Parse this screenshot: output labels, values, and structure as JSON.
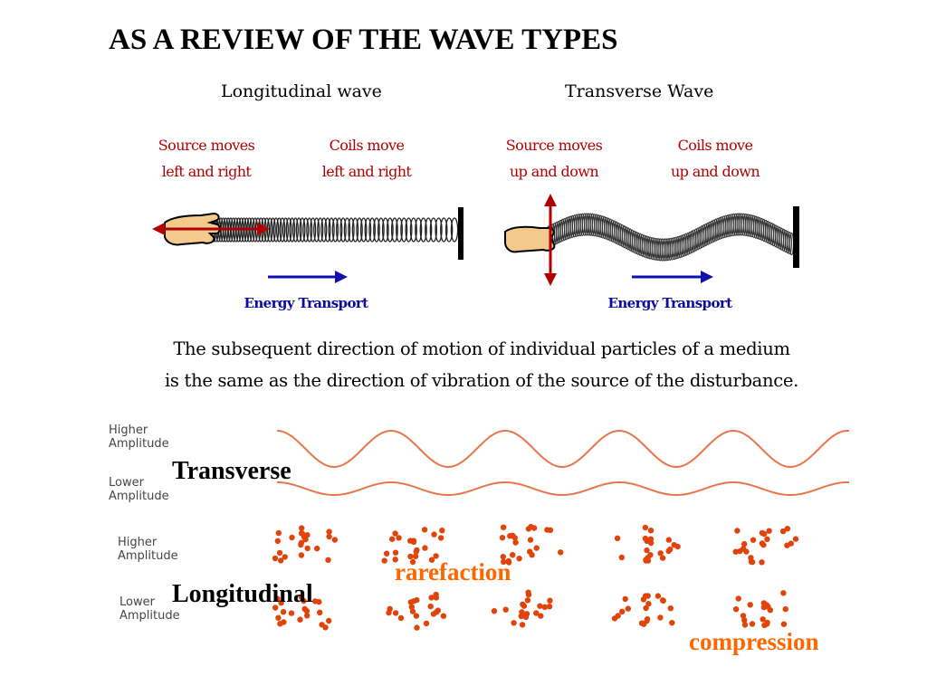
{
  "slide_title": "AS A REVIEW OF THE WAVE TYPES",
  "longitudinal_panel": {
    "title": "Longitudinal wave",
    "source_caption": [
      "Source moves",
      "left and right"
    ],
    "coils_caption": [
      "Coils move",
      "left and right"
    ],
    "energy_label": "Energy Transport"
  },
  "transverse_panel": {
    "title": "Transverse Wave",
    "source_caption": [
      "Source moves",
      "up and down"
    ],
    "coils_caption": [
      "Coils move",
      "up and down"
    ],
    "energy_label": "Energy Transport"
  },
  "description": [
    "The subsequent direction of motion of individual particles of a medium",
    "is the same as the direction of vibration of the source of the disturbance."
  ],
  "comparison": {
    "higher_amplitude": [
      "Higher",
      "Amplitude"
    ],
    "lower_amplitude": [
      "Lower",
      "Amplitude"
    ],
    "transverse_label": "Transverse",
    "longitudinal_label": "Longitudinal",
    "rarefaction_label": "rarefaction",
    "compression_label": "compression"
  },
  "colors": {
    "red_caption": "#b00000",
    "blue_caption": "#0a0aa0",
    "wave_orange": "#e8764a",
    "dot_orange": "#e0440a",
    "label_orange": "#ff6600"
  }
}
